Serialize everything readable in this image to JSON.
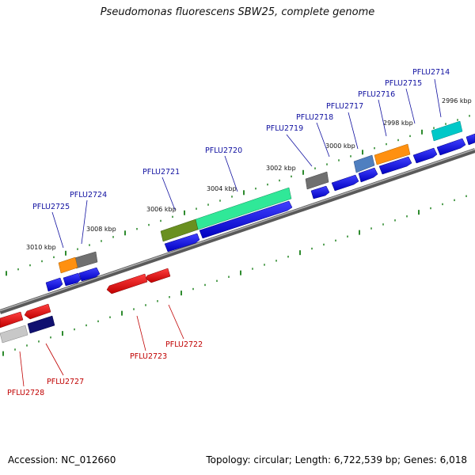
{
  "title": "Pseudomonas fluorescens SBW25, complete genome",
  "footer": {
    "accession": "Accession: NC_012660",
    "stats": "Topology: circular; Length: 6,722,539 bp; Genes: 6,018"
  },
  "colors": {
    "backbone": "#888888",
    "tick_major": "#2e8b2e",
    "forward_gene": "#0000ee",
    "reverse_gene": "#dd0000",
    "forward_label": "#1010a0",
    "reverse_label": "#c00000"
  },
  "scale_labels": [
    "2996 kbp",
    "2998 kbp",
    "3000 kbp",
    "3002 kbp",
    "3004 kbp",
    "3006 kbp",
    "3008 kbp",
    "3010 kbp"
  ],
  "forward_gene_labels": [
    "PFLU2714",
    "PFLU2715",
    "PFLU2716",
    "PFLU2717",
    "PFLU2718",
    "PFLU2719",
    "PFLU2720",
    "PFLU2721",
    "PFLU2724",
    "PFLU2725"
  ],
  "reverse_gene_labels": [
    "PFLU2722",
    "PFLU2723",
    "PFLU2727",
    "PFLU2728"
  ]
}
